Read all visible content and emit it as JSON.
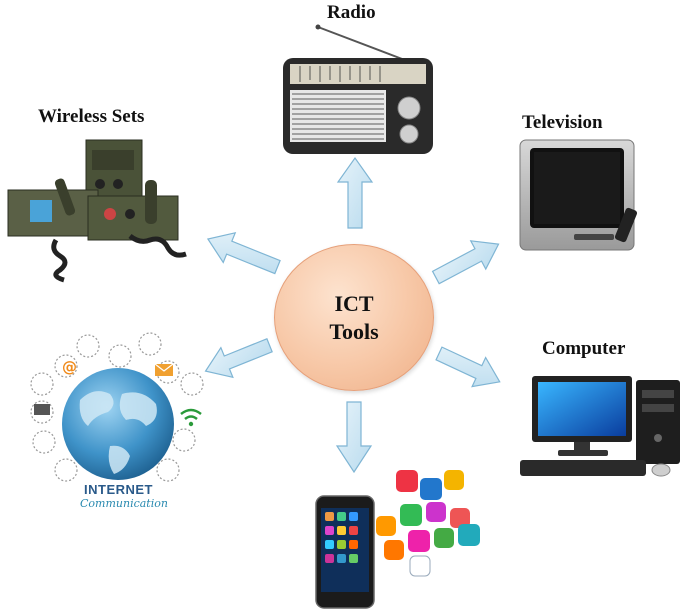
{
  "hub": {
    "line1": "ICT",
    "line2": "Tools"
  },
  "nodes": {
    "radio": "Radio",
    "wireless": "Wireless Sets",
    "television": "Television",
    "computer": "Computer"
  },
  "internet": {
    "title": "INTERNET",
    "subtitle": "Communication"
  },
  "colors": {
    "arrow_fill": "#cfe6f2",
    "arrow_stroke": "#7fb5d4",
    "hub_fill": "#f7c7a6"
  }
}
